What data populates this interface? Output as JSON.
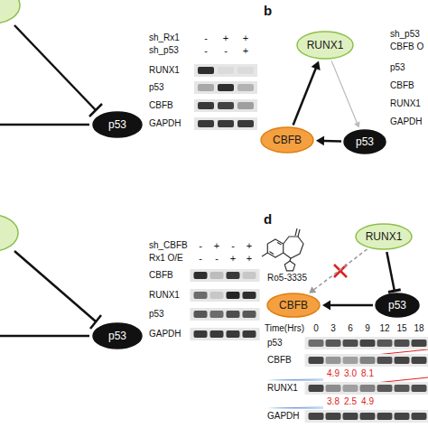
{
  "diagram": {
    "nodes": [
      {
        "text": [
          "p53"
        ]
      },
      {
        "text": [
          "RUNX1"
        ]
      },
      {
        "text": [
          "CBFB"
        ]
      },
      {
        "text": [
          "p53"
        ]
      },
      {
        "text": [
          "p53"
        ]
      },
      {
        "text": [
          "RUNX1"
        ]
      },
      {
        "text": [
          "CBFB"
        ]
      },
      {
        "text": [
          "p53"
        ]
      }
    ],
    "edges": [
      {
        "from": 2,
        "to": 1,
        "arrow": "to"
      },
      {
        "from": 1,
        "to": 3,
        "arrow": "to"
      },
      {
        "from": 3,
        "to": 2,
        "arrow": "to"
      },
      {
        "from": 5,
        "to": 6,
        "arrow": "to"
      },
      {
        "from": 5,
        "to": 7,
        "arrow": "to"
      },
      {
        "from": 7,
        "to": 6,
        "arrow": "to"
      }
    ],
    "labels": [
      "sh_Rx1",
      "-",
      "+",
      "+",
      "sh_p53",
      "-",
      "-",
      "+",
      "RUNX1",
      "p53",
      "CBFB",
      "GAPDH",
      "b",
      "sh_p53",
      "CBFB O",
      "p53",
      "CBFB",
      "RUNX1",
      "GAPDH",
      "sh_CBFB",
      "-",
      "+",
      "-",
      "+",
      "Rx1 O/E",
      "-",
      "-",
      "+",
      "+",
      "CBFB",
      "RUNX1",
      "p53",
      "GAPDH",
      "d",
      "Ro5-3335",
      "Time(Hrs)",
      "0",
      "3",
      "6",
      "9",
      "12",
      "15",
      "18",
      "p53",
      "CBFB",
      "4.9",
      "3.0",
      "8.1",
      "RUNX1",
      "3.8",
      "2.5",
      "4.9",
      "GAPDH"
    ]
  }
}
